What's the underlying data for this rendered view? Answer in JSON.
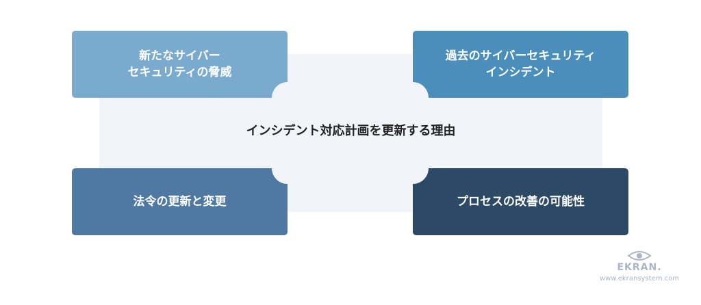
{
  "diagram": {
    "center_title": "インシデント対応計画を更新する理由",
    "cards": [
      {
        "lines": [
          "新たなサイバー",
          "セキュリティの脅威"
        ],
        "color": "#7aaacd"
      },
      {
        "lines": [
          "過去のサイバーセキュリティ",
          "インシデント"
        ],
        "color": "#4a8fbc"
      },
      {
        "lines": [
          "法令の更新と変更"
        ],
        "color": "#4f78a3"
      },
      {
        "lines": [
          "プロセスの改善の可能性"
        ],
        "color": "#2c4a66"
      }
    ],
    "panel_color": "#f1f5f9"
  },
  "watermark": {
    "name": "EKRAN.",
    "url": "www.ekransystem.com",
    "icon": "eye-icon"
  }
}
